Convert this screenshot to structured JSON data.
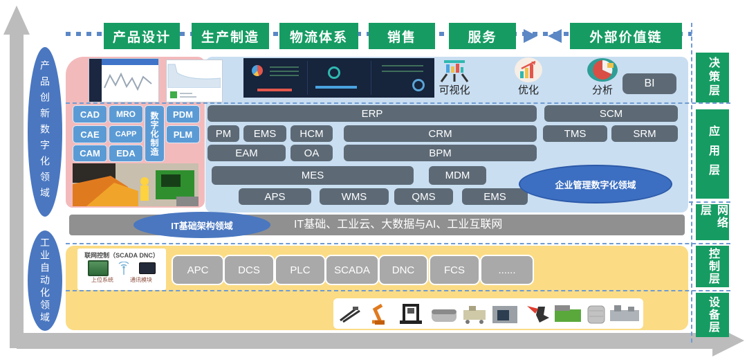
{
  "value_chain": {
    "stages": [
      "产品设计",
      "生产制造",
      "物流体系",
      "销售",
      "服务"
    ],
    "external": "外部价值链"
  },
  "domains": {
    "product_innovation": "产品创新数字化领域",
    "industrial_automation": "工业自动化领域",
    "enterprise_management": "企业管理数字化领域",
    "it_infrastructure": "IT基础架构领域"
  },
  "layers": [
    "决策层",
    "应用层",
    "网络层",
    "控制层",
    "设备层"
  ],
  "decision_tools": {
    "visualization": "可视化",
    "optimization": "优化",
    "analysis": "分析",
    "bi": "BI"
  },
  "design_apps": {
    "grid": [
      "CAD",
      "MRO",
      "PDM",
      "CAE",
      "CAPP",
      "PLM",
      "CAM",
      "EDA"
    ],
    "vertical": "数字化制造"
  },
  "enterprise_apps": {
    "row1": [
      "ERP",
      "SCM"
    ],
    "row2": [
      "PM",
      "EMS",
      "HCM",
      "CRM",
      "TMS",
      "SRM"
    ],
    "row3": [
      "EAM",
      "OA",
      "BPM"
    ],
    "row4": [
      "MES",
      "MDM"
    ],
    "row5": [
      "APS",
      "WMS",
      "QMS",
      "EMS"
    ]
  },
  "it_bar": {
    "label": "IT基础、工业云、大数据与AI、工业互联网"
  },
  "automation": {
    "scada_box": {
      "title": "联网控制（SCADA  DNC）",
      "host_label": "上位系统",
      "module_label": "通讯模块"
    },
    "systems": [
      "APC",
      "DCS",
      "PLC",
      "SCADA",
      "DNC",
      "FCS",
      "......"
    ]
  },
  "icons": {
    "visualization": "bar-chart-presentation-icon",
    "optimization": "rising-bars-arrow-icon",
    "analysis": "pie-chart-icon",
    "flow_arrows": "opposing-triangles-icon",
    "axis_arrows": "l-shaped-gray-arrow"
  },
  "colors": {
    "stage_green": "#169c63",
    "domain_blue": "#4a77c0",
    "app_slate": "#5d6a76",
    "pink_region": "#f3babc",
    "blue_region": "#c9def1",
    "yellow_region": "#fbdc84",
    "gray_button": "#a9a9a9",
    "arrow_gray": "#bcbcbc",
    "dash_blue": "#6f9bd2"
  }
}
